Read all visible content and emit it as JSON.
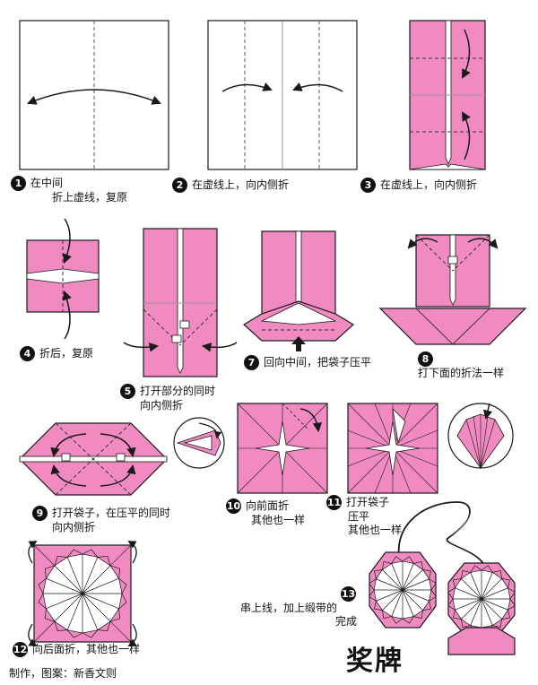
{
  "title": "奖牌",
  "credit": "制作，图案：新香文则",
  "steps": [
    {
      "num": "1",
      "line1": "在中间",
      "line2": "折上虚线，复原"
    },
    {
      "num": "2",
      "line1": "在虚线上，向内侧折"
    },
    {
      "num": "3",
      "line1": "在虚线上，向内侧折"
    },
    {
      "num": "4",
      "line1": "折后，复原"
    },
    {
      "num": "5",
      "line1": "打开部分的同时",
      "line2": "向内侧折"
    },
    {
      "num": "7",
      "line1": "回向中间，把袋子压平"
    },
    {
      "num": "8",
      "line1": "打下面的折法一样"
    },
    {
      "num": "9",
      "line1": "打开袋子，在压平的同时",
      "line2": "向内侧折"
    },
    {
      "num": "10",
      "line1": "向前面折",
      "line2": "其他也一样"
    },
    {
      "num": "11",
      "line1": "打开袋子",
      "line2": "压平",
      "line3": "其他也一样"
    },
    {
      "num": "12",
      "line1": "向后面折，其他也一样"
    },
    {
      "num": "13",
      "line1": "串上线，加上缎带的",
      "line2": "完成"
    }
  ],
  "colors": {
    "pink": "#f08ac0",
    "outline": "#1a1a1a",
    "white": "#ffffff"
  }
}
